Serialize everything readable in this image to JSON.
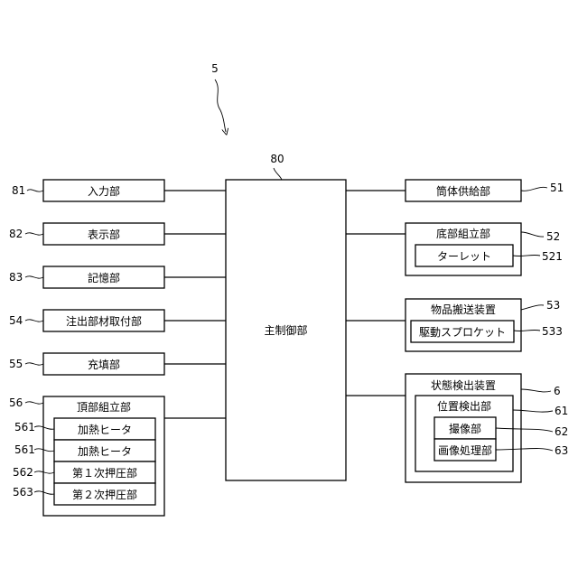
{
  "figure_ref": "5",
  "controller": {
    "ref": "80",
    "label": "主制御部"
  },
  "left": [
    {
      "ref": "81",
      "label": "入力部"
    },
    {
      "ref": "82",
      "label": "表示部"
    },
    {
      "ref": "83",
      "label": "記憶部"
    },
    {
      "ref": "54",
      "label": "注出部材取付部"
    },
    {
      "ref": "55",
      "label": "充填部"
    }
  ],
  "top_assembly": {
    "ref": "56",
    "label": "頂部組立部",
    "subs": [
      {
        "ref": "561",
        "label": "加熱ヒータ"
      },
      {
        "ref": "561",
        "label": "加熱ヒータ"
      },
      {
        "ref": "562",
        "label": "第１次押圧部"
      },
      {
        "ref": "563",
        "label": "第２次押圧部"
      }
    ]
  },
  "right": {
    "tube": {
      "ref": "51",
      "label": "筒体供給部"
    },
    "bottom": {
      "ref": "52",
      "label": "底部組立部",
      "sub": {
        "ref": "521",
        "label": "ターレット"
      }
    },
    "conveyor": {
      "ref": "53",
      "label": "物品搬送装置",
      "sub": {
        "ref": "533",
        "label": "駆動スプロケット"
      }
    },
    "state": {
      "ref": "6",
      "label": "状態検出装置",
      "position": {
        "ref": "61",
        "label": "位置検出部",
        "imaging": {
          "ref": "62",
          "label": "撮像部"
        },
        "processing": {
          "ref": "63",
          "label": "画像処理部"
        }
      }
    }
  }
}
